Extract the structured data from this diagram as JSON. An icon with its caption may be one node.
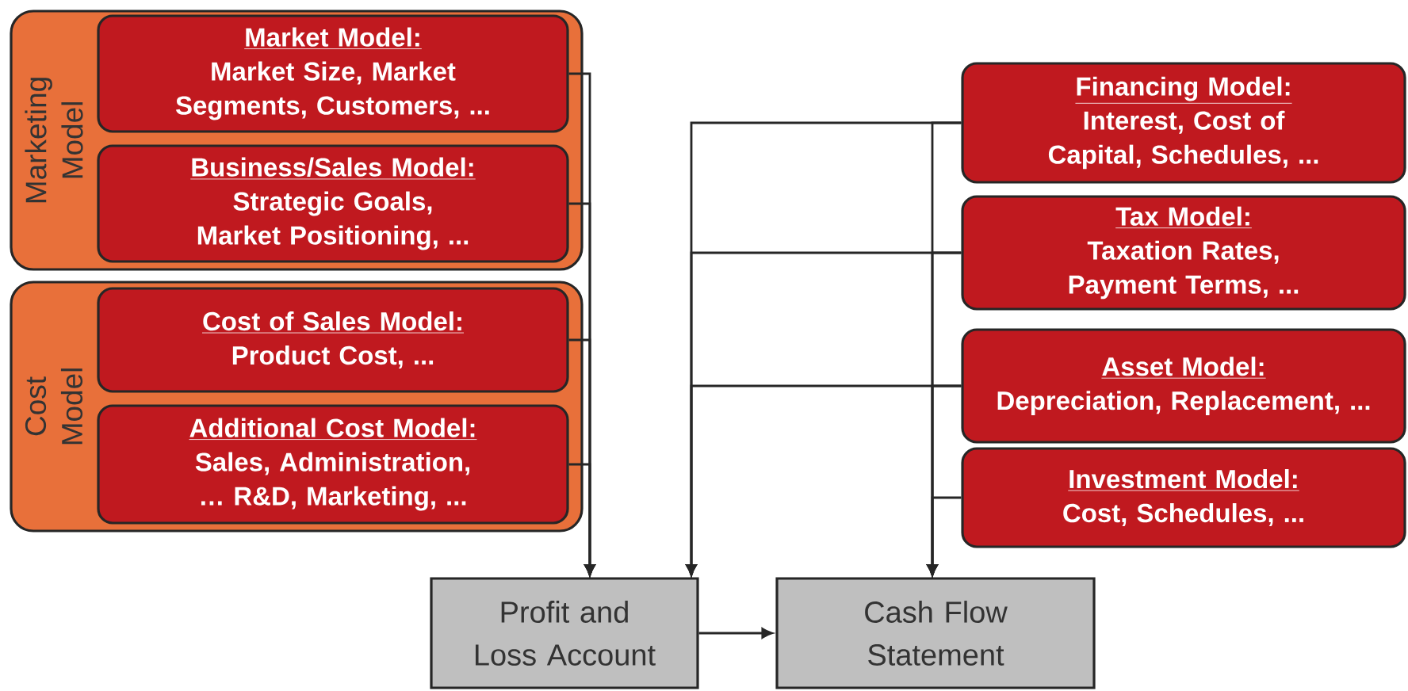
{
  "diagram": {
    "nodes": [
      {
        "text": [
          "Marketing Model"
        ]
      },
      {
        "text": [
          "Market Model:",
          "Market Size, Market Segments, Customers, ..."
        ],
        "in": 0
      },
      {
        "text": [
          "Business/Sales Model:",
          "Strategic Goals, Market Positioning, ..."
        ],
        "in": 0
      },
      {
        "text": [
          "Cost Model"
        ]
      },
      {
        "text": [
          "Cost of Sales Model:",
          "Product Cost, ..."
        ],
        "in": 3
      },
      {
        "text": [
          "Additional Cost Model:",
          "Sales, Administration,  … R&D, Marketing, ..."
        ],
        "in": 3
      },
      {
        "text": [
          "Financing Model:",
          "Interest, Cost of Capital, Schedules, ..."
        ]
      },
      {
        "text": [
          "Tax Model:",
          "Taxation Rates, Payment Terms, ..."
        ]
      },
      {
        "text": [
          "Asset Model:",
          "Depreciation, Replacement, ..."
        ]
      },
      {
        "text": [
          "Investment Model:",
          "Cost, Schedules, ..."
        ]
      },
      {
        "text": [
          "Profit and Loss Account"
        ]
      },
      {
        "text": [
          "Cash Flow Statement"
        ]
      }
    ],
    "edges": [
      {
        "from": 1,
        "to": 10,
        "arrow": "to"
      },
      {
        "from": 2,
        "to": 10,
        "arrow": "to"
      },
      {
        "from": 4,
        "to": 10,
        "arrow": "to"
      },
      {
        "from": 5,
        "to": 10,
        "arrow": "to"
      },
      {
        "from": 6,
        "to": 10,
        "arrow": "to"
      },
      {
        "from": 7,
        "to": 10,
        "arrow": "to"
      },
      {
        "from": 8,
        "to": 10,
        "arrow": "to"
      },
      {
        "from": 6,
        "to": 11,
        "arrow": "to"
      },
      {
        "from": 7,
        "to": 11,
        "arrow": "to"
      },
      {
        "from": 8,
        "to": 11,
        "arrow": "to"
      },
      {
        "from": 9,
        "to": 11,
        "arrow": "to"
      },
      {
        "from": 10,
        "to": 11,
        "arrow": "to"
      }
    ]
  }
}
